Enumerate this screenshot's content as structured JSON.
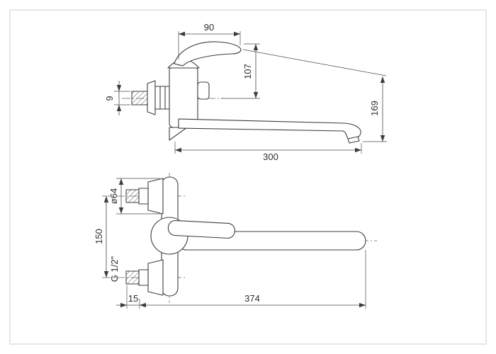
{
  "drawing": {
    "title": "wall-mounted mixer faucet dimension drawing",
    "side": {
      "lever_width": "90",
      "handle_height": "107",
      "inlet_offset": "9",
      "total_height": "169",
      "spout_length": "300"
    },
    "front": {
      "escutcheon_diameter": "ø64",
      "centers_distance": "150",
      "thread_size": "G 1/2\"",
      "wall_offset": "15",
      "total_length": "374"
    },
    "colors": {
      "line": "#3d3d3d",
      "dimension": "#4a4a4a",
      "frame": "#cccccc",
      "background": "#ffffff"
    }
  }
}
